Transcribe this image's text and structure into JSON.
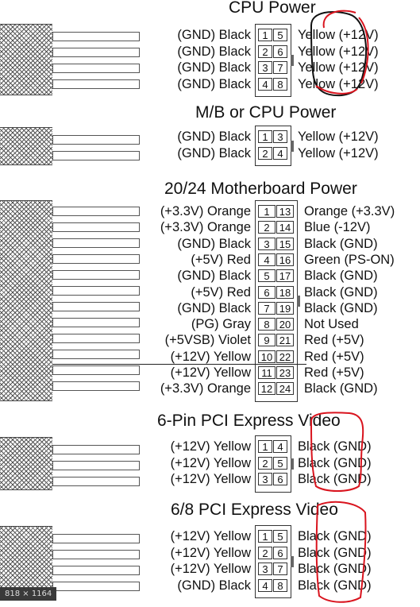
{
  "sections": [
    {
      "title": "CPU Power",
      "rows": [
        {
          "left": "(GND) Black",
          "pins": [
            "1",
            "5"
          ],
          "right": "Yellow (+12V)"
        },
        {
          "left": "(GND) Black",
          "pins": [
            "2",
            "6"
          ],
          "right": "Yellow (+12V)"
        },
        {
          "left": "(GND) Black",
          "pins": [
            "3",
            "7"
          ],
          "right": "Yellow (+12V)"
        },
        {
          "left": "(GND) Black",
          "pins": [
            "4",
            "8"
          ],
          "right": "Yellow (+12V)"
        }
      ]
    },
    {
      "title": "M/B or CPU Power",
      "rows": [
        {
          "left": "(GND) Black",
          "pins": [
            "1",
            "3"
          ],
          "right": "Yellow (+12V)"
        },
        {
          "left": "(GND) Black",
          "pins": [
            "2",
            "4"
          ],
          "right": "Yellow (+12V)"
        }
      ]
    },
    {
      "title": "20/24 Motherboard Power",
      "rows": [
        {
          "left": "(+3.3V) Orange",
          "pins": [
            "1",
            "13"
          ],
          "right": "Orange (+3.3V)"
        },
        {
          "left": "(+3.3V) Orange",
          "pins": [
            "2",
            "14"
          ],
          "right": "Blue (-12V)"
        },
        {
          "left": "(GND) Black",
          "pins": [
            "3",
            "15"
          ],
          "right": "Black (GND)"
        },
        {
          "left": "(+5V) Red",
          "pins": [
            "4",
            "16"
          ],
          "right": "Green (PS-ON)"
        },
        {
          "left": "(GND) Black",
          "pins": [
            "5",
            "17"
          ],
          "right": "Black (GND)"
        },
        {
          "left": "(+5V) Red",
          "pins": [
            "6",
            "18"
          ],
          "right": "Black (GND)"
        },
        {
          "left": "(GND) Black",
          "pins": [
            "7",
            "19"
          ],
          "right": "Black (GND)"
        },
        {
          "left": "(PG) Gray",
          "pins": [
            "8",
            "20"
          ],
          "right": "Not Used"
        },
        {
          "left": "(+5VSB) Violet",
          "pins": [
            "9",
            "21"
          ],
          "right": "Red (+5V)"
        },
        {
          "left": "(+12V) Yellow",
          "pins": [
            "10",
            "22"
          ],
          "right": "Red (+5V)"
        },
        {
          "left": "(+12V) Yellow",
          "pins": [
            "11",
            "23"
          ],
          "right": "Red (+5V)"
        },
        {
          "left": "(+3.3V) Orange",
          "pins": [
            "12",
            "24"
          ],
          "right": "Black (GND)"
        }
      ]
    },
    {
      "title": "6-Pin PCI Express Video",
      "rows": [
        {
          "left": "(+12V) Yellow",
          "pins": [
            "1",
            "4"
          ],
          "right": "Black (GND)"
        },
        {
          "left": "(+12V) Yellow",
          "pins": [
            "2",
            "5"
          ],
          "right": "Black (GND)"
        },
        {
          "left": "(+12V) Yellow",
          "pins": [
            "3",
            "6"
          ],
          "right": "Black (GND)"
        }
      ]
    },
    {
      "title": "6/8 PCI Express Video",
      "rows": [
        {
          "left": "(+12V) Yellow",
          "pins": [
            "1",
            "5"
          ],
          "right": "Black (GND)"
        },
        {
          "left": "(+12V) Yellow",
          "pins": [
            "2",
            "6"
          ],
          "right": "Black (GND)"
        },
        {
          "left": "(+12V) Yellow",
          "pins": [
            "3",
            "7"
          ],
          "right": "Black (GND)"
        },
        {
          "left": "(GND) Black",
          "pins": [
            "4",
            "8"
          ],
          "right": "Black (GND)"
        }
      ]
    }
  ],
  "image_size_label": "818 × 1164",
  "annotation_color": "#d9141e"
}
